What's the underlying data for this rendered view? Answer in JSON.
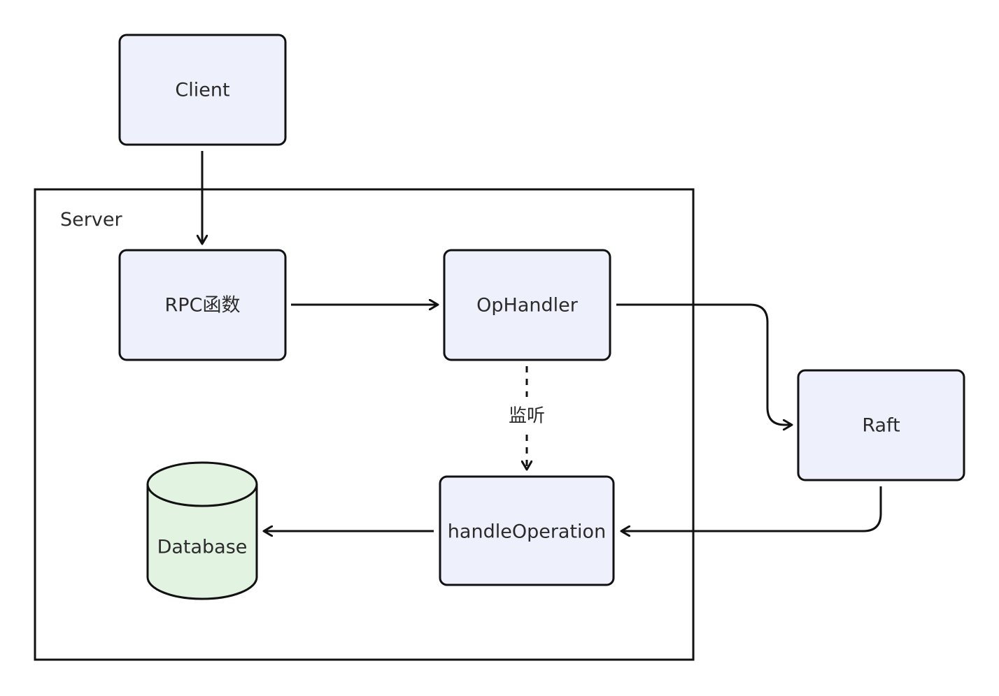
{
  "colors": {
    "node_fill": "#eef1fb",
    "node_stroke": "#111111",
    "database_fill": "#e3f3e2",
    "edge": "#111111",
    "text": "#2b2b2b"
  },
  "group": {
    "label": "Server"
  },
  "nodes": {
    "client": "Client",
    "rpc": "RPC函数",
    "ophandler": "OpHandler",
    "raft": "Raft",
    "handle_operation": "handleOperation",
    "database": "Database"
  },
  "edges": {
    "listen_label": "监听"
  }
}
